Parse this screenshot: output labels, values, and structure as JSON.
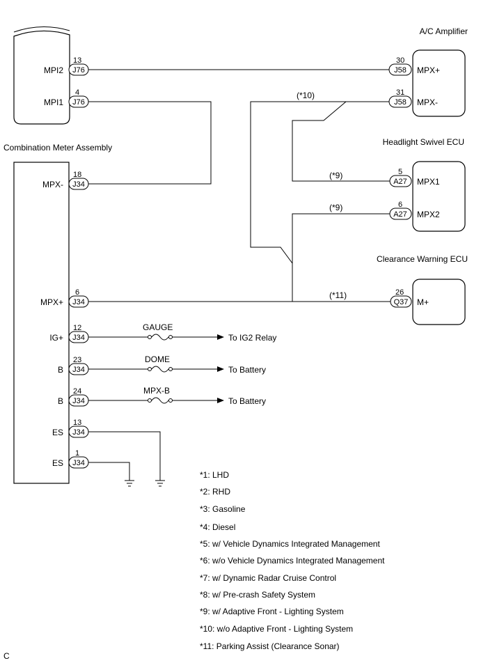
{
  "components": {
    "combination_meter": "Combination Meter Assembly",
    "ac_amplifier": "A/C Amplifier",
    "headlight_swivel_ecu": "Headlight Swivel ECU",
    "clearance_warning_ecu": "Clearance Warning ECU"
  },
  "upper_unit": {
    "pins": [
      {
        "num": "13",
        "conn": "J76",
        "label": "MPI2"
      },
      {
        "num": "4",
        "conn": "J76",
        "label": "MPI1"
      }
    ]
  },
  "meter_pins": [
    {
      "num": "18",
      "conn": "J34",
      "label": "MPX-"
    },
    {
      "num": "6",
      "conn": "J34",
      "label": "MPX+"
    },
    {
      "num": "12",
      "conn": "J34",
      "label": "IG+"
    },
    {
      "num": "23",
      "conn": "J34",
      "label": "B"
    },
    {
      "num": "24",
      "conn": "J34",
      "label": "B"
    },
    {
      "num": "13",
      "conn": "J34",
      "label": "ES"
    },
    {
      "num": "1",
      "conn": "J34",
      "label": "ES"
    }
  ],
  "ac_pins": [
    {
      "num": "30",
      "conn": "J58",
      "label": "MPX+"
    },
    {
      "num": "31",
      "conn": "J58",
      "label": "MPX-"
    }
  ],
  "swivel_pins": [
    {
      "num": "5",
      "conn": "A27",
      "label": "MPX1"
    },
    {
      "num": "6",
      "conn": "A27",
      "label": "MPX2"
    }
  ],
  "clearance_pins": [
    {
      "num": "26",
      "conn": "Q37",
      "label": "M+"
    }
  ],
  "wire_notes": {
    "n10": "(*10)",
    "n9a": "(*9)",
    "n9b": "(*9)",
    "n11": "(*11)"
  },
  "fuses": [
    {
      "name": "GAUGE",
      "dest": "To IG2 Relay"
    },
    {
      "name": "DOME",
      "dest": "To Battery"
    },
    {
      "name": "MPX-B",
      "dest": "To Battery"
    }
  ],
  "legend": [
    "*1: LHD",
    "*2: RHD",
    "*3: Gasoline",
    "*4: Diesel",
    "*5: w/ Vehicle Dynamics Integrated Management",
    "*6: w/o Vehicle Dynamics Integrated Management",
    "*7: w/ Dynamic Radar Cruise Control",
    "*8: w/ Pre-crash Safety System",
    "*9: w/ Adaptive Front - Lighting System",
    "*10: w/o Adaptive Front - Lighting System",
    "*11: Parking Assist (Clearance Sonar)"
  ],
  "corner_mark": "C"
}
